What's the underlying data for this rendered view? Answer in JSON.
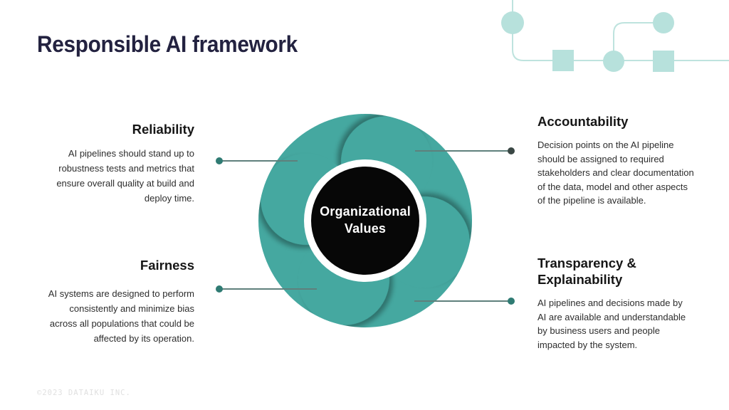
{
  "slide": {
    "title": "Responsible AI framework",
    "footer": "©2023 DATAIKU INC."
  },
  "diagram": {
    "center_label_line1": "Organizational",
    "center_label_line2": "Values"
  },
  "sections": [
    {
      "id": "reliability",
      "heading": "Reliability",
      "body": "AI pipelines should stand up to robustness tests and metrics that ensure overall quality at build and deploy time.",
      "align": "right"
    },
    {
      "id": "accountability",
      "heading": "Accountability",
      "body": "Decision points on the AI pipeline should be assigned to required stakeholders and clear documentation of the data, model and other aspects of the pipeline is available.",
      "align": "left"
    },
    {
      "id": "fairness",
      "heading": "Fairness",
      "body": "AI systems are designed to perform consistently and minimize bias across all populations that could be affected by its operation.",
      "align": "right"
    },
    {
      "id": "transparency",
      "heading": "Transparency & Explainability",
      "body": "AI pipelines and decisions made by AI are available and understandable by business users and people impacted by the system.",
      "align": "left"
    }
  ],
  "colors": {
    "teal": "#45a8a0",
    "light-teal": "#bee3de",
    "light-teal-fill": "#b7e1dc",
    "title-navy": "#232240",
    "heading-dark": "#161616",
    "body-gray": "#2d2d2d",
    "connector-line": "#5f807c",
    "connector-dot": "#2f7b73",
    "connector-dot-dark": "#3a4744",
    "footer-gray": "#e0e0e0",
    "center-black": "#070707"
  }
}
